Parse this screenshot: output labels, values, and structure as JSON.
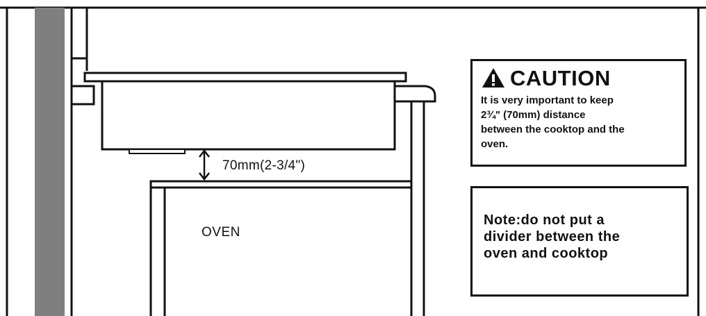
{
  "diagram": {
    "distance_label": "70mm(2-3/4\")",
    "oven_label": "OVEN",
    "colors": {
      "line": "#111111",
      "wall": "#7f7f7f",
      "background": "#ffffff"
    }
  },
  "caution": {
    "icon": "warning-triangle-icon",
    "title": "CAUTION",
    "text": "It is very important to keep\n2¾\" (70mm) distance\nbetween the cooktop and the\noven."
  },
  "note": {
    "text": "Note:do not put a\ndivider between the\noven and cooktop"
  }
}
